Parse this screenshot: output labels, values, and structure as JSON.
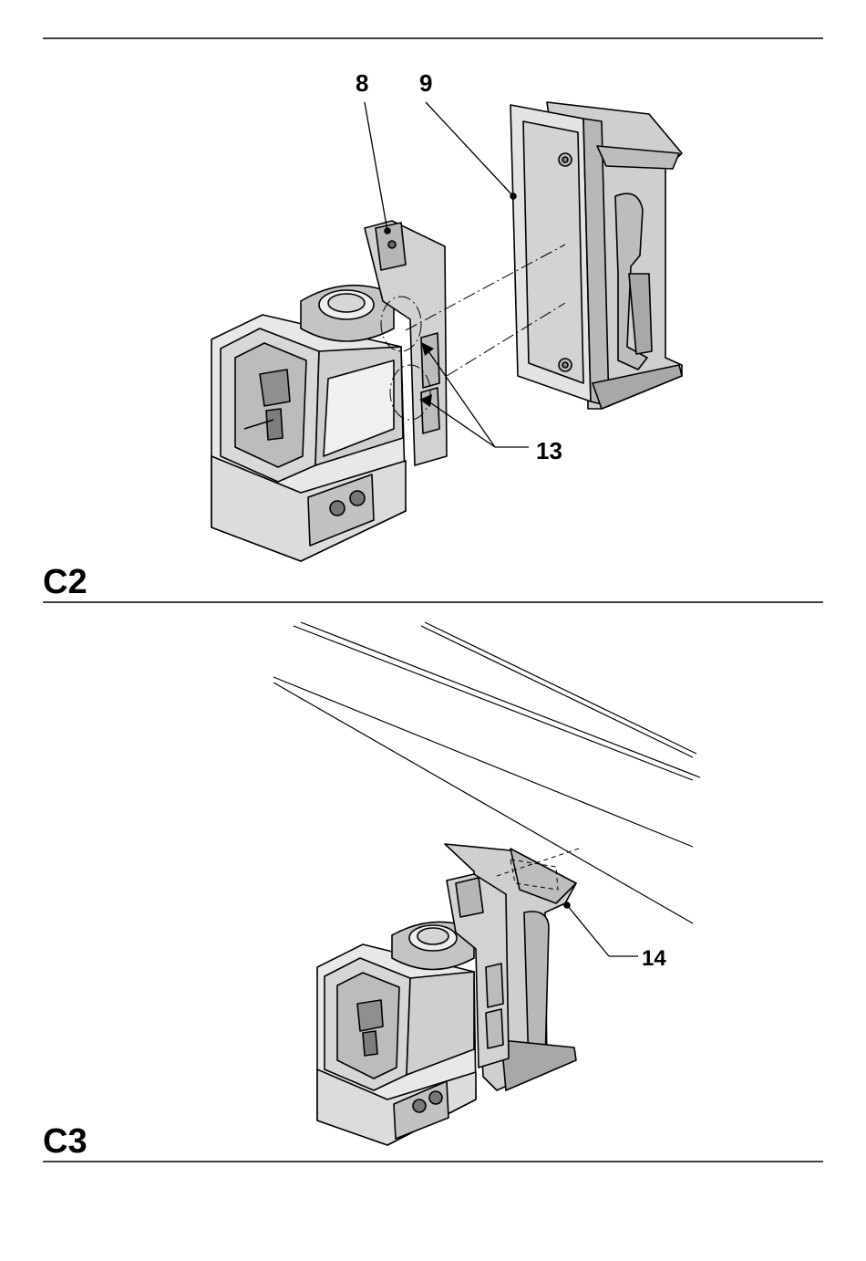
{
  "figures": [
    {
      "id": "C2",
      "label": "C2",
      "callouts": [
        "8",
        "9",
        "13"
      ]
    },
    {
      "id": "C3",
      "label": "C3",
      "callouts": [
        "14"
      ]
    }
  ],
  "colors": {
    "ink": "#000000",
    "housing_grey": "#cfcfcf",
    "dark_grey": "#a8a8a8",
    "light_grey": "#ececec"
  }
}
